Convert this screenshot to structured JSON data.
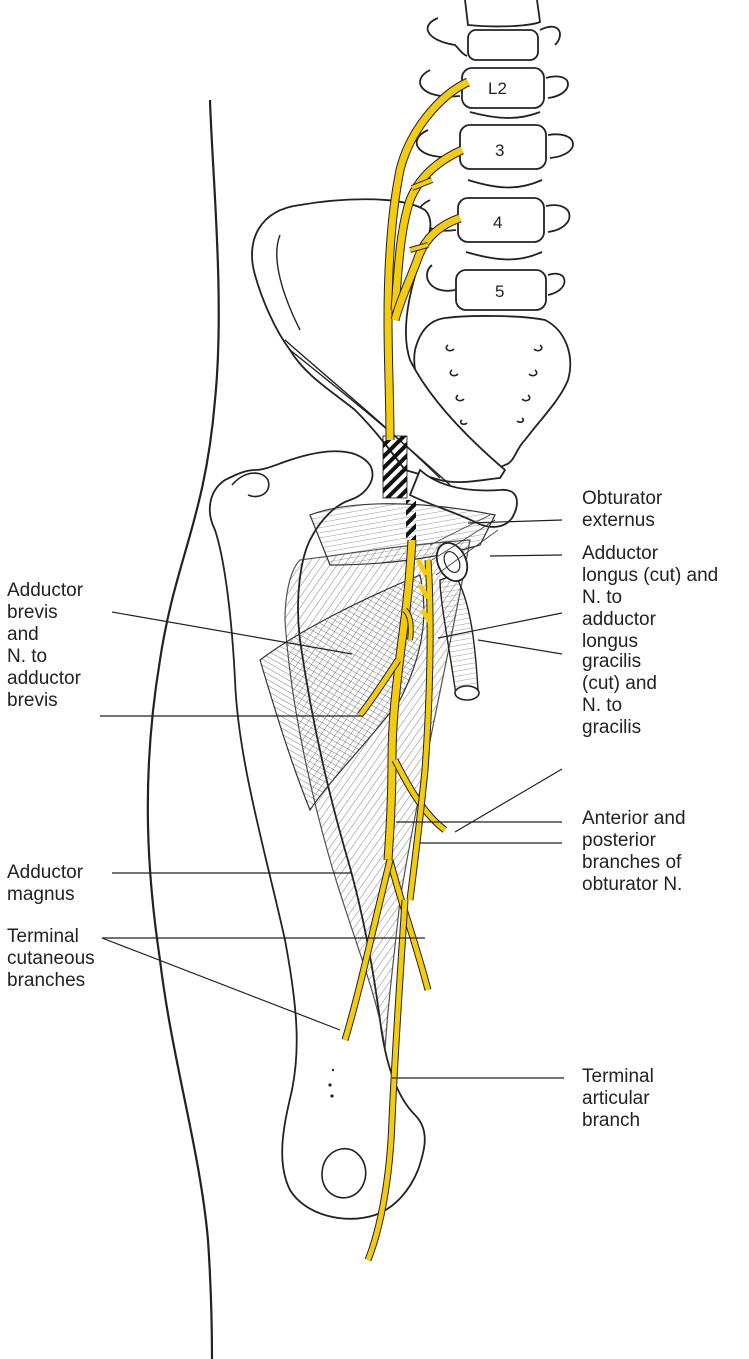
{
  "colors": {
    "nerve": "#f4cc0c",
    "ink": "#222222",
    "background": "#ffffff"
  },
  "vertebrae": {
    "l2": "L2",
    "l3": "3",
    "l4": "4",
    "l5": "5"
  },
  "labels": {
    "obturator_externus": "Obturator\nexternus",
    "adductor_longus_cut": "Adductor\nlongus (cut) and\nN. to\nadductor\nlongus",
    "gracilis": "gracilis\n(cut) and\nN. to\ngracilis",
    "adductor_brevis_group": "Adductor\nbrevis\nand\nN. to\nadductor\nbrevis",
    "anterior_posterior": "Anterior and\nposterior\nbranches of\nobturator N.",
    "adductor_magnus": "Adductor\nmagnus",
    "terminal_cutaneous": "Terminal\ncutaneous\nbranches",
    "terminal_articular": "Terminal\narticular\nbranch"
  }
}
